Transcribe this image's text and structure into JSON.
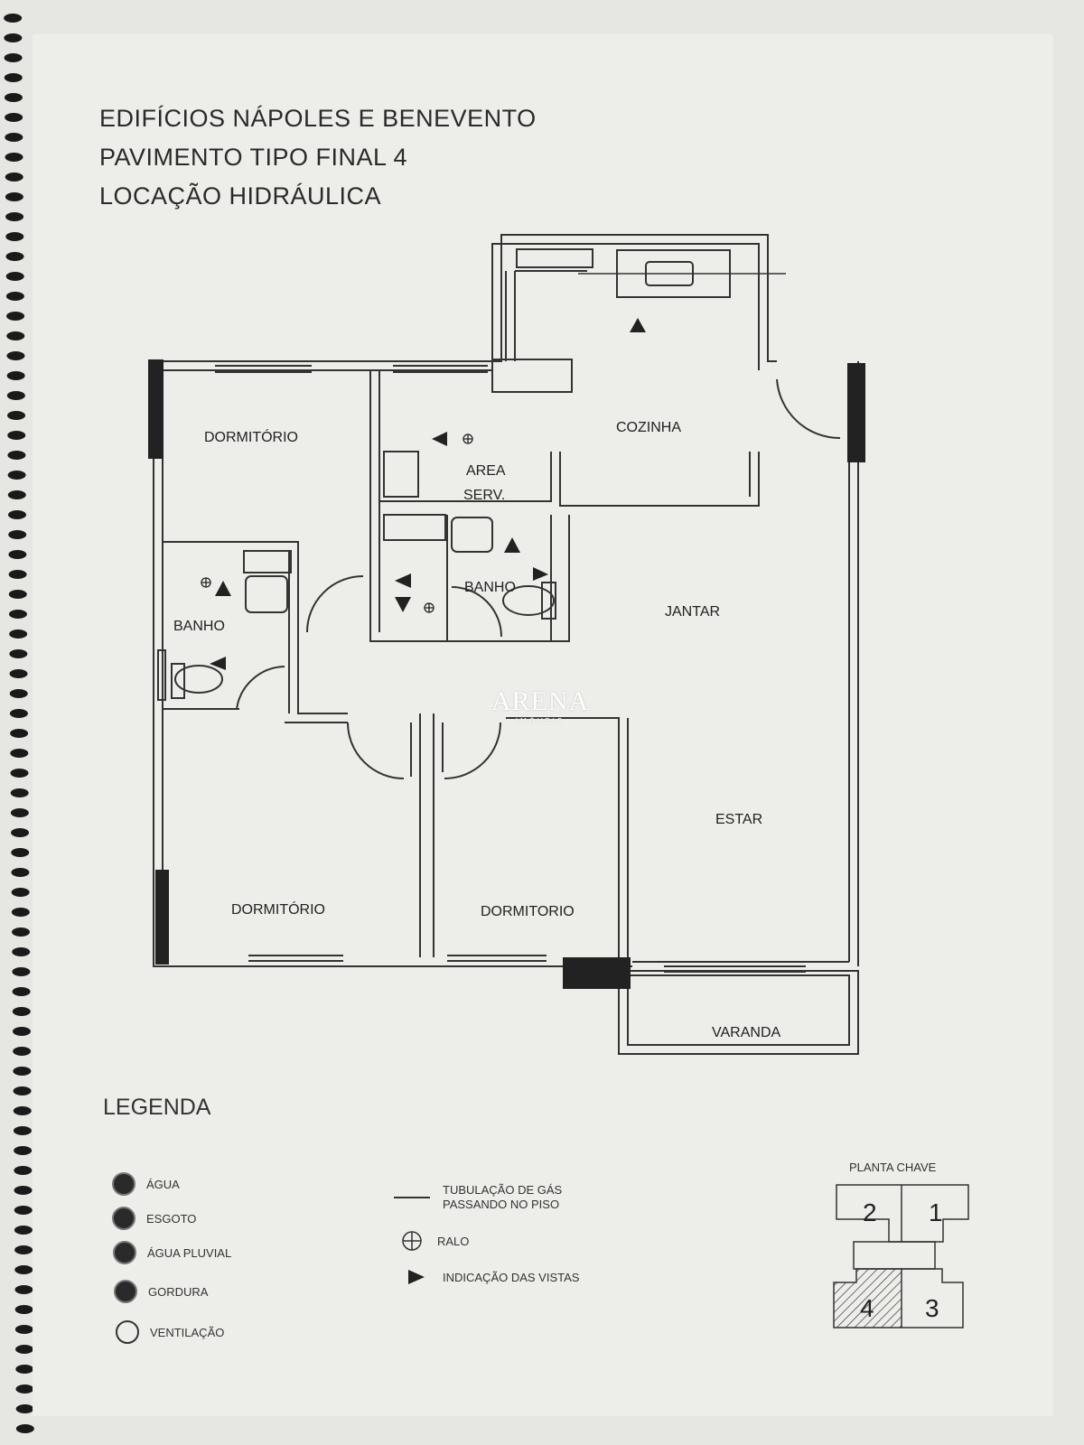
{
  "title": {
    "line1": "EDIFÍCIOS NÁPOLES E BENEVENTO",
    "line2": "PAVIMENTO TIPO FINAL 4",
    "line3": "LOCAÇÃO HIDRÁULICA"
  },
  "rooms": {
    "dormitorio_top": "DORMITÓRIO",
    "area_serv_1": "AREA",
    "area_serv_2": "SERV.",
    "cozinha": "COZINHA",
    "banho_left": "BANHO",
    "banho_center": "BANHO",
    "jantar": "JANTAR",
    "estar": "ESTAR",
    "dormitorio_bl": "DORMITÓRIO",
    "dormitorio_bc": "DORMITORIO",
    "varanda": "VARANDA"
  },
  "legend": {
    "title": "LEGENDA",
    "items": [
      "ÁGUA",
      "ESGOTO",
      "ÁGUA PLUVIAL",
      "GORDURA",
      "VENTILAÇÃO"
    ],
    "gas_1": "TUBULAÇÃO DE GÁS",
    "gas_2": "PASSANDO NO PISO",
    "ralo": "RALO",
    "vistas": "INDICAÇÃO DAS VISTAS"
  },
  "key_plan": {
    "title": "PLANTA CHAVE",
    "units": [
      "2",
      "1",
      "4",
      "3"
    ],
    "highlighted": "4"
  },
  "watermark": {
    "brand": "ARENA",
    "sub": "IMÓVEIS"
  }
}
